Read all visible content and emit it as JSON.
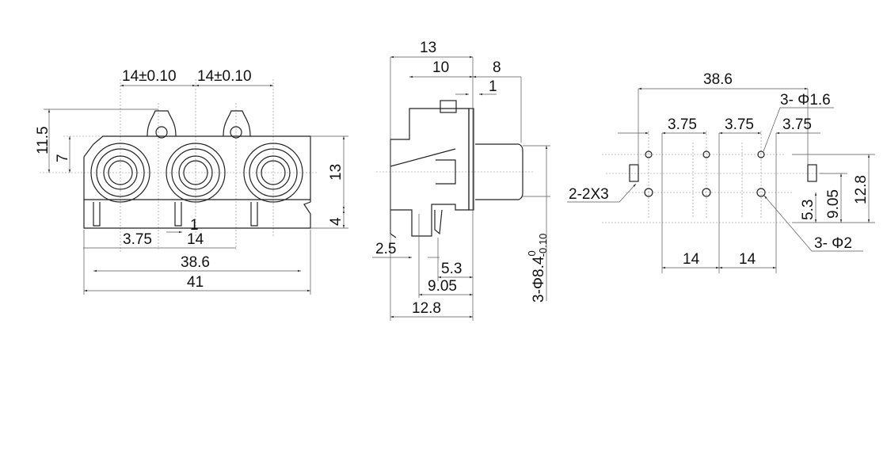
{
  "front_view": {
    "pitch1": "14±0.10",
    "pitch2": "14±0.10",
    "height_total": "11.5",
    "height_center": "7",
    "body_height": "13",
    "pin_length": "4",
    "pin_offset": "3.75",
    "pin_width": "1",
    "pin_pitch": "14",
    "pin_span": "38.6",
    "width_total": "41"
  },
  "side_view": {
    "depth_total": "13",
    "depth_body": "10",
    "plug_length": "8",
    "panel_thickness": "1",
    "offset_a": "2.5",
    "offset_b": "5.3",
    "offset_c": "9.05",
    "offset_d": "12.8",
    "diameter": "3-Φ8.4",
    "tol_upper": "0",
    "tol_lower": "-0.10"
  },
  "pcb_layout": {
    "span": "38.6",
    "hole_small": "3- Φ1.6",
    "offset1": "3.75",
    "offset2": "3.75",
    "offset3": "3.75",
    "slot": "2-2X3",
    "dim_12_8": "12.8",
    "dim_9_05": "9.05",
    "dim_5_3": "5.3",
    "hole_large": "3- Φ2",
    "pitch1": "14",
    "pitch2": "14"
  }
}
